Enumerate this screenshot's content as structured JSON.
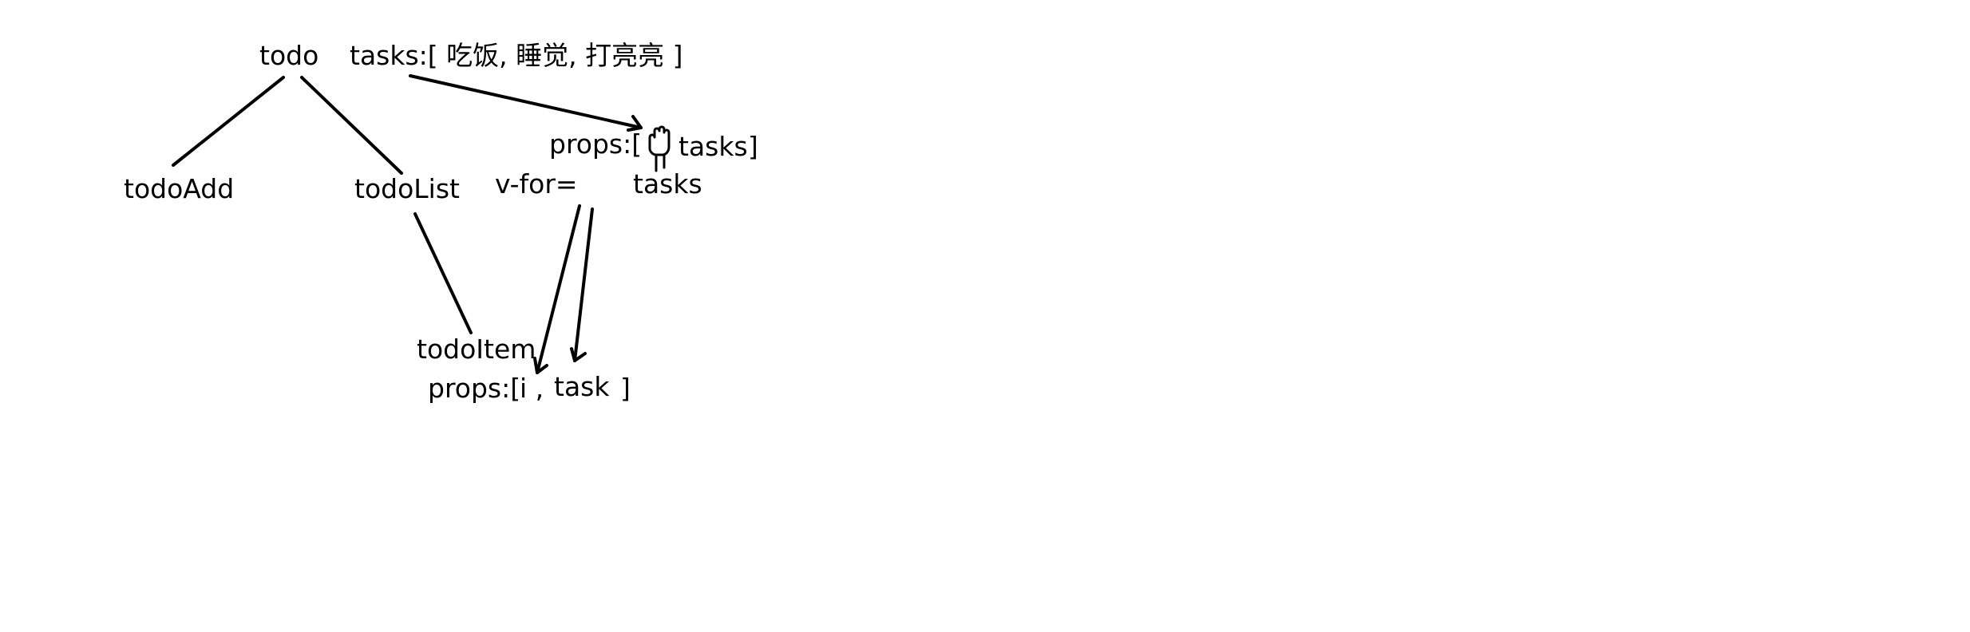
{
  "diagram": {
    "nodes": {
      "todo": "todo",
      "todo_add": "todoAdd",
      "todo_list": "todoList",
      "todo_item": "todoItem"
    },
    "annotations": {
      "todo_tasks": "tasks:[ 吃饭, 睡觉, 打亮亮 ]",
      "list_props_open": "props:[",
      "list_props_tasks": "tasks",
      "list_props_close": "]",
      "v_for": "v-for=",
      "v_for_tasks": "tasks",
      "item_props_open": "props:[",
      "item_props_i": "i ,",
      "item_props_task": "task",
      "item_props_close": "]"
    },
    "edges": [
      {
        "from": "todo",
        "to": "todoAdd"
      },
      {
        "from": "todo",
        "to": "todoList"
      },
      {
        "from": "todoList",
        "to": "todoItem"
      }
    ],
    "arrows": [
      {
        "from": "todo.tasks",
        "to": "todoList.props.tasks"
      },
      {
        "from": "v-for tasks",
        "to": "todoItem.props.i"
      },
      {
        "from": "v-for tasks",
        "to": "todoItem.props.task"
      }
    ]
  },
  "colors": {
    "ink": "#000000",
    "background": "#ffffff"
  },
  "icons": [
    "hand-cursor-icon"
  ]
}
